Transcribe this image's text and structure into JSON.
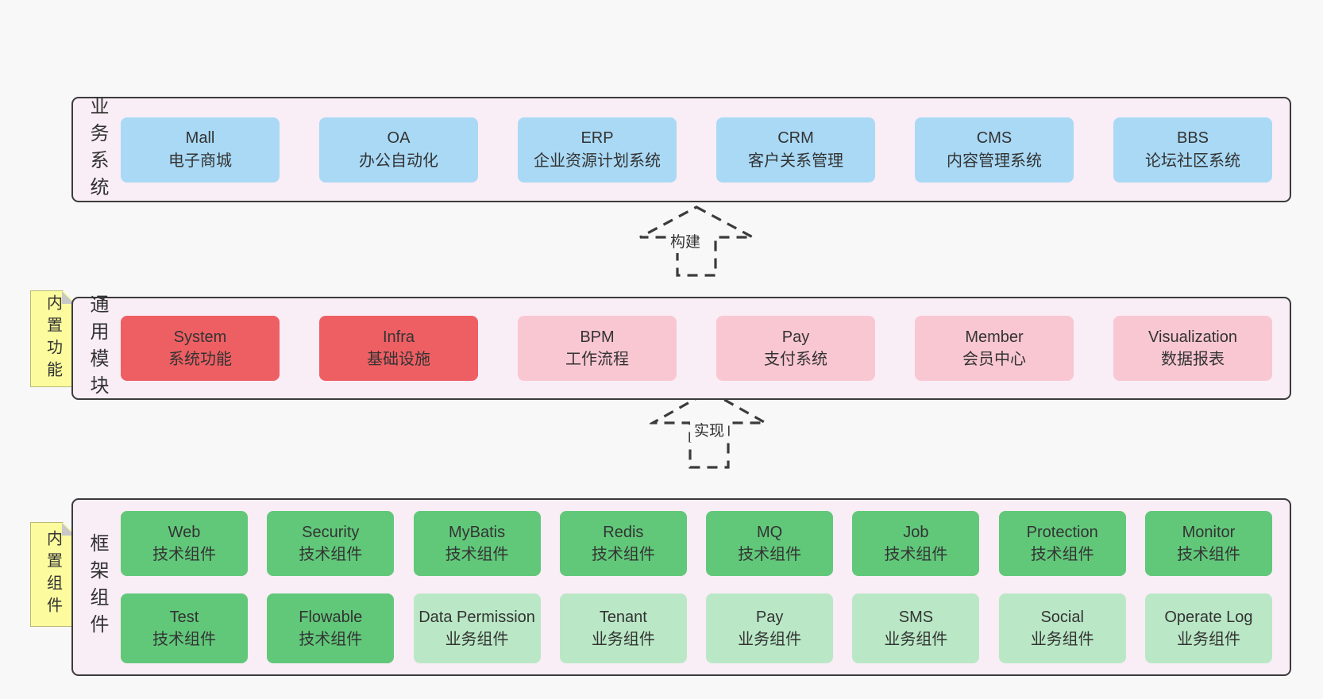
{
  "colors": {
    "page_bg": "#f8f8f8",
    "layer_bg": "#f9edf6",
    "layer_border": "#3b3b3b",
    "box_blue": "#a9d9f5",
    "box_red": "#ee5f63",
    "box_pink": "#f9c7d2",
    "box_green": "#61c87a",
    "box_green_light": "#bae8c6",
    "note_bg": "#fcfc9f",
    "note_fold": "#c8c8c8",
    "text": "#333333"
  },
  "business": {
    "label": "业务系统",
    "items": [
      {
        "name": "Mall",
        "desc": "电子商城",
        "variant": "blue"
      },
      {
        "name": "OA",
        "desc": "办公自动化",
        "variant": "blue"
      },
      {
        "name": "ERP",
        "desc": "企业资源计划系统",
        "variant": "blue"
      },
      {
        "name": "CRM",
        "desc": "客户关系管理",
        "variant": "blue"
      },
      {
        "name": "CMS",
        "desc": "内容管理系统",
        "variant": "blue"
      },
      {
        "name": "BBS",
        "desc": "论坛社区系统",
        "variant": "blue"
      }
    ]
  },
  "arrow_build": {
    "label": "构建"
  },
  "arrow_implement": {
    "label": "实现"
  },
  "modules": {
    "label": "通用模块",
    "note": "内置功能",
    "items": [
      {
        "name": "System",
        "desc": "系统功能",
        "variant": "red"
      },
      {
        "name": "Infra",
        "desc": "基础设施",
        "variant": "red"
      },
      {
        "name": "BPM",
        "desc": "工作流程",
        "variant": "pink"
      },
      {
        "name": "Pay",
        "desc": "支付系统",
        "variant": "pink"
      },
      {
        "name": "Member",
        "desc": "会员中心",
        "variant": "pink"
      },
      {
        "name": "Visualization",
        "desc": "数据报表",
        "variant": "pink"
      }
    ]
  },
  "components": {
    "label": "框架组件",
    "note": "内置组件",
    "row1": [
      {
        "name": "Web",
        "desc": "技术组件",
        "variant": "green"
      },
      {
        "name": "Security",
        "desc": "技术组件",
        "variant": "green"
      },
      {
        "name": "MyBatis",
        "desc": "技术组件",
        "variant": "green"
      },
      {
        "name": "Redis",
        "desc": "技术组件",
        "variant": "green"
      },
      {
        "name": "MQ",
        "desc": "技术组件",
        "variant": "green"
      },
      {
        "name": "Job",
        "desc": "技术组件",
        "variant": "green"
      },
      {
        "name": "Protection",
        "desc": "技术组件",
        "variant": "green"
      },
      {
        "name": "Monitor",
        "desc": "技术组件",
        "variant": "green"
      }
    ],
    "row2": [
      {
        "name": "Test",
        "desc": "技术组件",
        "variant": "green"
      },
      {
        "name": "Flowable",
        "desc": "技术组件",
        "variant": "green"
      },
      {
        "name": "Data Permission",
        "desc": "业务组件",
        "variant": "green-light"
      },
      {
        "name": "Tenant",
        "desc": "业务组件",
        "variant": "green-light"
      },
      {
        "name": "Pay",
        "desc": "业务组件",
        "variant": "green-light"
      },
      {
        "name": "SMS",
        "desc": "业务组件",
        "variant": "green-light"
      },
      {
        "name": "Social",
        "desc": "业务组件",
        "variant": "green-light"
      },
      {
        "name": "Operate Log",
        "desc": "业务组件",
        "variant": "green-light"
      }
    ]
  }
}
